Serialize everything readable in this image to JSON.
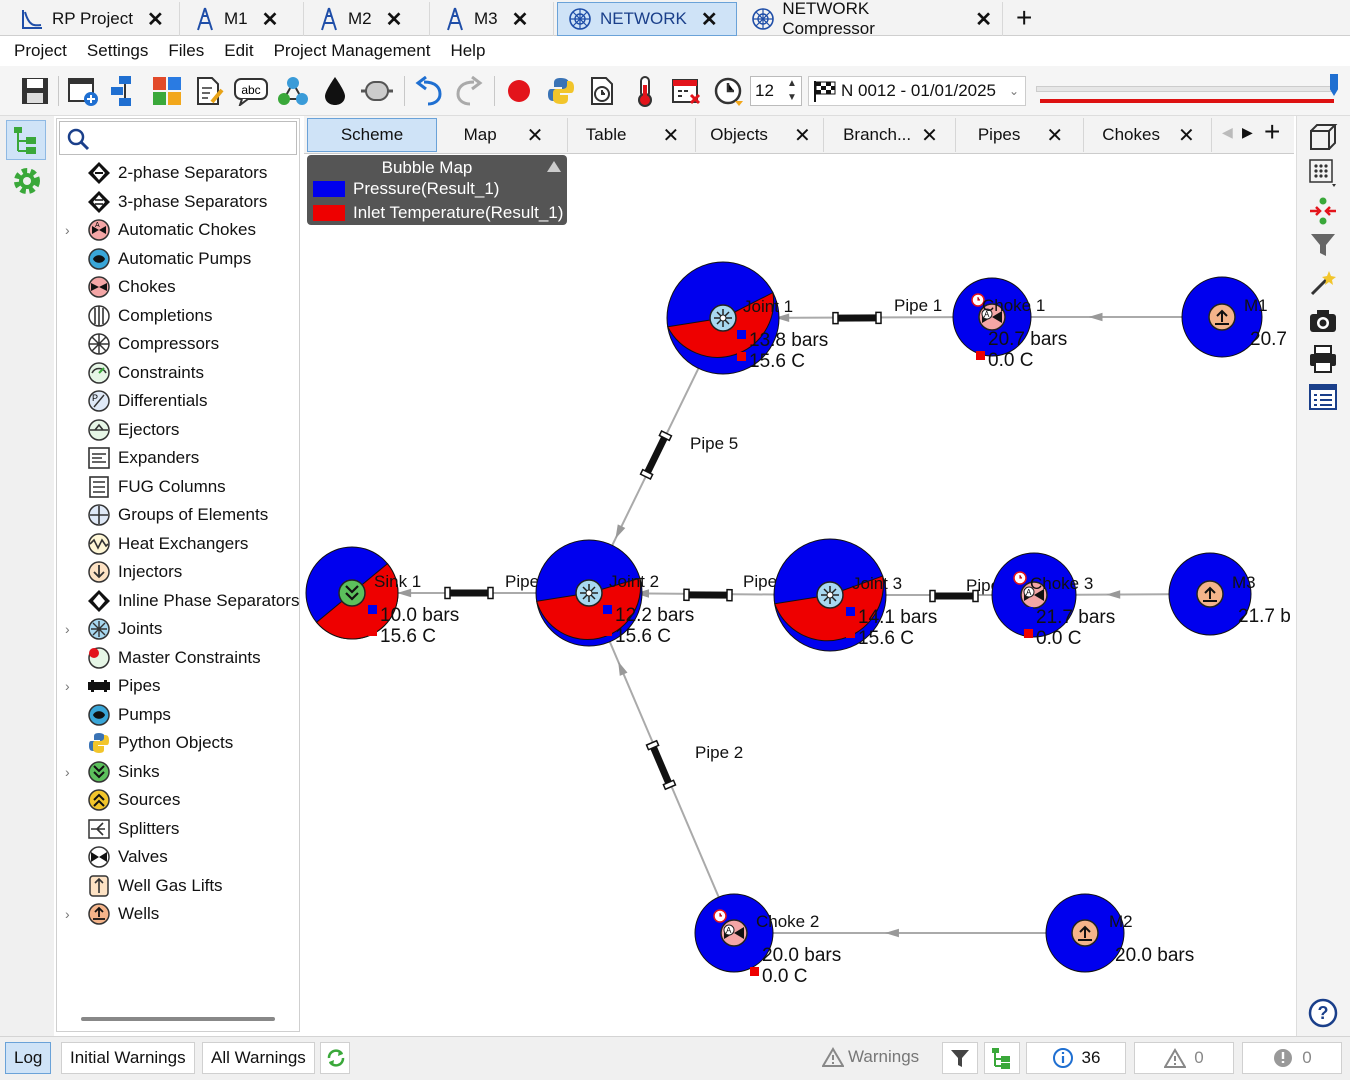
{
  "doc_tabs": [
    {
      "label": "RP Project",
      "icon": "chart-icon"
    },
    {
      "label": "M1",
      "icon": "well-derrick-icon"
    },
    {
      "label": "M2",
      "icon": "well-derrick-icon"
    },
    {
      "label": "M3",
      "icon": "well-derrick-icon"
    },
    {
      "label": "NETWORK",
      "icon": "network-web-icon",
      "active": true
    },
    {
      "label": "NETWORK Compressor",
      "icon": "network-web-icon"
    }
  ],
  "menu": [
    "Project",
    "Settings",
    "Files",
    "Edit",
    "Project Management",
    "Help"
  ],
  "toolbar": {
    "step_value": "12",
    "timestep_label": "N 0012 - 01/01/2025",
    "accent_red": "#dd1111"
  },
  "search": {
    "placeholder": ""
  },
  "tree_items": [
    {
      "label": "2-phase Separators",
      "icon": "two-phase-separator-icon",
      "expandable": false
    },
    {
      "label": "3-phase Separators",
      "icon": "three-phase-separator-icon",
      "expandable": false
    },
    {
      "label": "Automatic Chokes",
      "icon": "automatic-choke-icon",
      "expandable": true
    },
    {
      "label": "Automatic Pumps",
      "icon": "automatic-pump-icon",
      "expandable": false
    },
    {
      "label": "Chokes",
      "icon": "choke-icon",
      "expandable": false
    },
    {
      "label": "Completions",
      "icon": "completion-icon",
      "expandable": false
    },
    {
      "label": "Compressors",
      "icon": "compressor-icon",
      "expandable": false
    },
    {
      "label": "Constraints",
      "icon": "constraint-icon",
      "expandable": false
    },
    {
      "label": "Differentials",
      "icon": "differential-icon",
      "expandable": false
    },
    {
      "label": "Ejectors",
      "icon": "ejector-icon",
      "expandable": false
    },
    {
      "label": "Expanders",
      "icon": "expander-icon",
      "expandable": false
    },
    {
      "label": "FUG Columns",
      "icon": "fug-column-icon",
      "expandable": false
    },
    {
      "label": "Groups of Elements",
      "icon": "group-icon",
      "expandable": false
    },
    {
      "label": "Heat Exchangers",
      "icon": "heat-exchanger-icon",
      "expandable": false
    },
    {
      "label": "Injectors",
      "icon": "injector-icon",
      "expandable": false
    },
    {
      "label": "Inline Phase Separators",
      "icon": "inline-separator-icon",
      "expandable": false
    },
    {
      "label": "Joints",
      "icon": "joint-icon",
      "expandable": true
    },
    {
      "label": "Master Constraints",
      "icon": "master-constraint-icon",
      "expandable": false
    },
    {
      "label": "Pipes",
      "icon": "pipe-icon",
      "expandable": true
    },
    {
      "label": "Pumps",
      "icon": "pump-icon",
      "expandable": false
    },
    {
      "label": "Python Objects",
      "icon": "python-icon",
      "expandable": false
    },
    {
      "label": "Sinks",
      "icon": "sink-icon",
      "expandable": true
    },
    {
      "label": "Sources",
      "icon": "source-icon",
      "expandable": false
    },
    {
      "label": "Splitters",
      "icon": "splitter-icon",
      "expandable": false
    },
    {
      "label": "Valves",
      "icon": "valve-icon",
      "expandable": false
    },
    {
      "label": "Well Gas Lifts",
      "icon": "well-gas-lift-icon",
      "expandable": false
    },
    {
      "label": "Wells",
      "icon": "well-icon",
      "expandable": true
    }
  ],
  "view_tabs": [
    {
      "label": "Scheme",
      "active": true,
      "closable": false
    },
    {
      "label": "Map",
      "closable": true
    },
    {
      "label": "Table",
      "closable": true
    },
    {
      "label": "Objects",
      "closable": true
    },
    {
      "label": "Branch...",
      "closable": true
    },
    {
      "label": "Pipes",
      "closable": true
    },
    {
      "label": "Chokes",
      "closable": true
    }
  ],
  "legend": {
    "title": "Bubble Map",
    "entries": [
      {
        "label": "Pressure(Result_1)",
        "color": "#0000ee"
      },
      {
        "label": "Inlet Temperature(Result_1)",
        "color": "#ee0000"
      }
    ]
  },
  "colors": {
    "pressure": "#0000ee",
    "temperature": "#ee0000",
    "link": "#aaaaaa",
    "pipe": "#111111"
  },
  "nodes": [
    {
      "id": "joint1",
      "name": "Joint 1",
      "kind": "joint",
      "pressure": "13.8 bars",
      "temperature": "15.6 C",
      "red_share": 0.45
    },
    {
      "id": "choke1",
      "name": "Choke 1",
      "kind": "choke",
      "pressure": "20.7 bars",
      "temperature": "0.0 C",
      "red_share": 0
    },
    {
      "id": "m1",
      "name": "M1",
      "kind": "well",
      "pressure": "20.7",
      "temperature": "",
      "red_share": 0
    },
    {
      "id": "sink1",
      "name": "Sink 1",
      "kind": "sink",
      "pressure": "10.0 bars",
      "temperature": "15.6 C",
      "red_share": 0.5
    },
    {
      "id": "joint2",
      "name": "Joint 2",
      "kind": "joint",
      "pressure": "12.2 bars",
      "temperature": "15.6 C",
      "red_share": 0.48
    },
    {
      "id": "joint3",
      "name": "Joint 3",
      "kind": "joint",
      "pressure": "14.1 bars",
      "temperature": "15.6 C",
      "red_share": 0.47
    },
    {
      "id": "choke3",
      "name": "Choke 3",
      "kind": "choke",
      "pressure": "21.7 bars",
      "temperature": "0.0 C",
      "red_share": 0
    },
    {
      "id": "m3",
      "name": "M3",
      "kind": "well",
      "pressure": "21.7 b",
      "temperature": "",
      "red_share": 0
    },
    {
      "id": "choke2",
      "name": "Choke 2",
      "kind": "choke",
      "pressure": "20.0 bars",
      "temperature": "0.0 C",
      "red_share": 0
    },
    {
      "id": "m2",
      "name": "M2",
      "kind": "well",
      "pressure": "20.0 bars",
      "temperature": "",
      "red_share": 0
    }
  ],
  "pipes": [
    {
      "name": "Pipe 1"
    },
    {
      "name": "Pipe 5"
    },
    {
      "name": "Pipe 6"
    },
    {
      "name": "Pipe 4"
    },
    {
      "name": "Pipe 3"
    },
    {
      "name": "Pipe 2"
    }
  ],
  "status": {
    "buttons": [
      "Log",
      "Initial Warnings",
      "All Warnings"
    ],
    "warnings_label": "Warnings",
    "info_count": "36",
    "warning_count": "0",
    "error_count": "0"
  }
}
